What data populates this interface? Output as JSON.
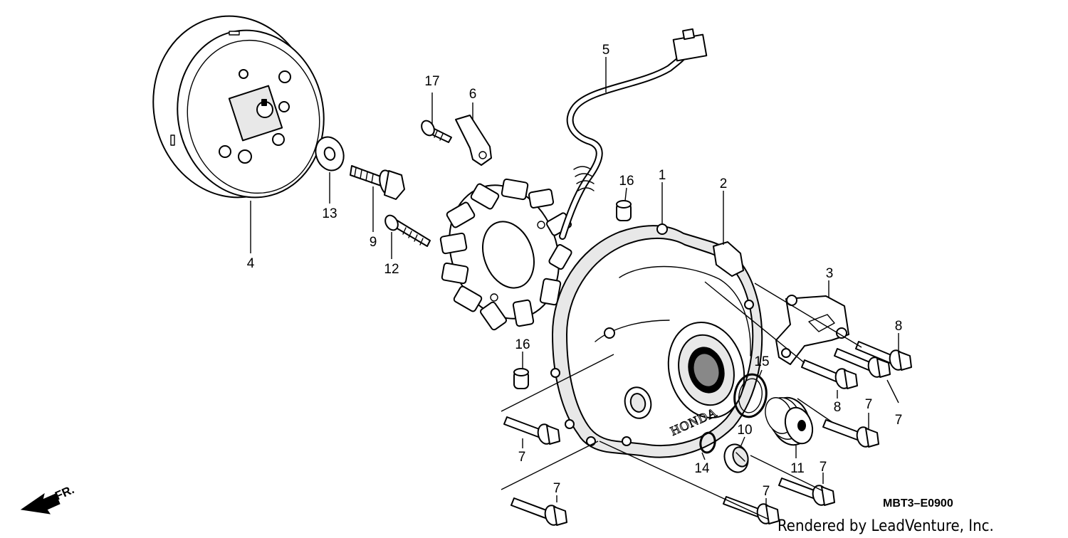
{
  "diagram": {
    "code": "MBT3–E0900",
    "credit": "Rendered by LeadVenture, Inc.",
    "direction_label": "FR.",
    "cover_brand": "HONDA"
  },
  "callouts": [
    {
      "id": "c1",
      "label": "1"
    },
    {
      "id": "c2",
      "label": "2"
    },
    {
      "id": "c3",
      "label": "3"
    },
    {
      "id": "c4",
      "label": "4"
    },
    {
      "id": "c5",
      "label": "5"
    },
    {
      "id": "c6",
      "label": "6"
    },
    {
      "id": "c7a",
      "label": "7"
    },
    {
      "id": "c7b",
      "label": "7"
    },
    {
      "id": "c7c",
      "label": "7"
    },
    {
      "id": "c7d",
      "label": "7"
    },
    {
      "id": "c7e",
      "label": "7"
    },
    {
      "id": "c7f",
      "label": "7"
    },
    {
      "id": "c8a",
      "label": "8"
    },
    {
      "id": "c8b",
      "label": "8"
    },
    {
      "id": "c9",
      "label": "9"
    },
    {
      "id": "c10",
      "label": "10"
    },
    {
      "id": "c11",
      "label": "11"
    },
    {
      "id": "c12",
      "label": "12"
    },
    {
      "id": "c13",
      "label": "13"
    },
    {
      "id": "c14",
      "label": "14"
    },
    {
      "id": "c15",
      "label": "15"
    },
    {
      "id": "c16a",
      "label": "16"
    },
    {
      "id": "c16b",
      "label": "16"
    },
    {
      "id": "c17",
      "label": "17"
    }
  ]
}
